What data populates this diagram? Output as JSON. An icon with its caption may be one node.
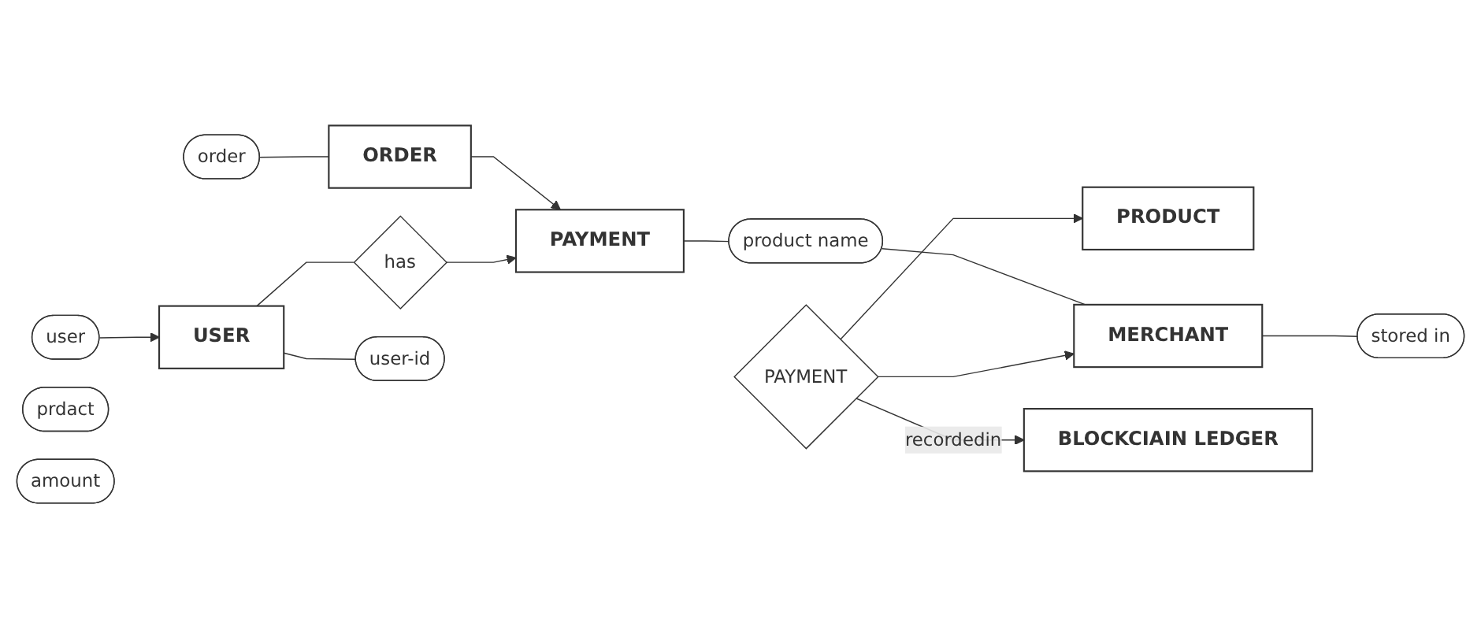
{
  "diagram": {
    "nodes": [
      {
        "text": [
          "user"
        ]
      },
      {
        "text": [
          "order"
        ]
      },
      {
        "text": [
          "prdact"
        ]
      },
      {
        "text": [
          "ORDER"
        ]
      },
      {
        "text": [
          "USER"
        ]
      },
      {
        "text": [
          "has"
        ]
      },
      {
        "text": [
          "PAYMENT"
        ]
      },
      {
        "text": [
          "user-id"
        ]
      },
      {
        "text": [
          "product name"
        ]
      },
      {
        "text": [
          "amount"
        ]
      },
      {
        "text": [
          "PRODUCT"
        ]
      },
      {
        "text": [
          "PAYMENT"
        ]
      },
      {
        "text": [
          "MERCHANT"
        ]
      },
      {
        "text": [
          "BLOCKCIAIN LEDGER"
        ]
      },
      {
        "text": [
          "stored in"
        ]
      }
    ],
    "edges": [
      {
        "from": 0,
        "to": 4,
        "arrow": "to"
      },
      {
        "from": 1,
        "to": 3,
        "arrow": "none"
      },
      {
        "from": 4,
        "to": 5,
        "arrow": "none"
      },
      {
        "from": 3,
        "to": 6,
        "arrow": "to"
      },
      {
        "from": 5,
        "to": 6,
        "arrow": "to"
      },
      {
        "from": 4,
        "to": 7,
        "arrow": "none"
      },
      {
        "from": 6,
        "to": 8,
        "arrow": "none"
      },
      {
        "from": 8,
        "to": 12,
        "arrow": "none"
      },
      {
        "from": 11,
        "to": 10,
        "arrow": "to"
      },
      {
        "from": 11,
        "to": 12,
        "arrow": "to"
      },
      {
        "from": 11,
        "to": 13,
        "arrow": "to",
        "label": "recordedin"
      },
      {
        "from": 12,
        "to": 14,
        "arrow": "none"
      }
    ]
  }
}
